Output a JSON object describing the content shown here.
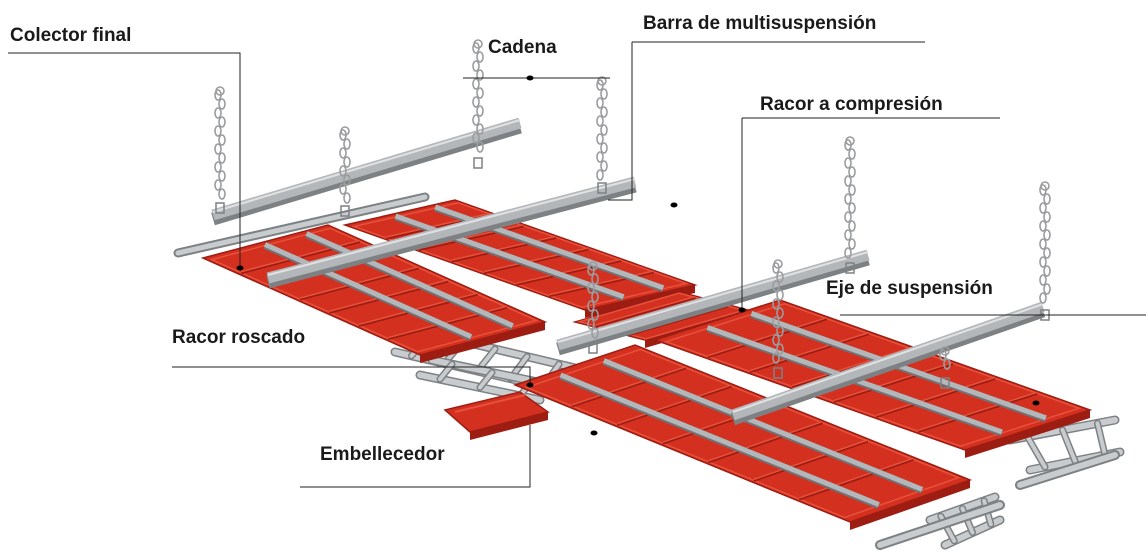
{
  "labels": {
    "colector_final": "Colector final",
    "cadena": "Cadena",
    "barra_multisuspension": "Barra de multisuspensión",
    "racor_compresion": "Racor a compresión",
    "eje_suspension": "Eje de suspensión",
    "racor_roscado": "Racor roscado",
    "embellecedor": "Embellecedor"
  },
  "colors": {
    "panel": "#d4301f",
    "panel_dark": "#9e1d12",
    "panel_light": "#e8513c",
    "bar": "#b4b7ba",
    "bar_dark": "#7d8184",
    "pipe": "#c9ccce",
    "chain": "#9a9c9e",
    "leader": "#222222"
  }
}
